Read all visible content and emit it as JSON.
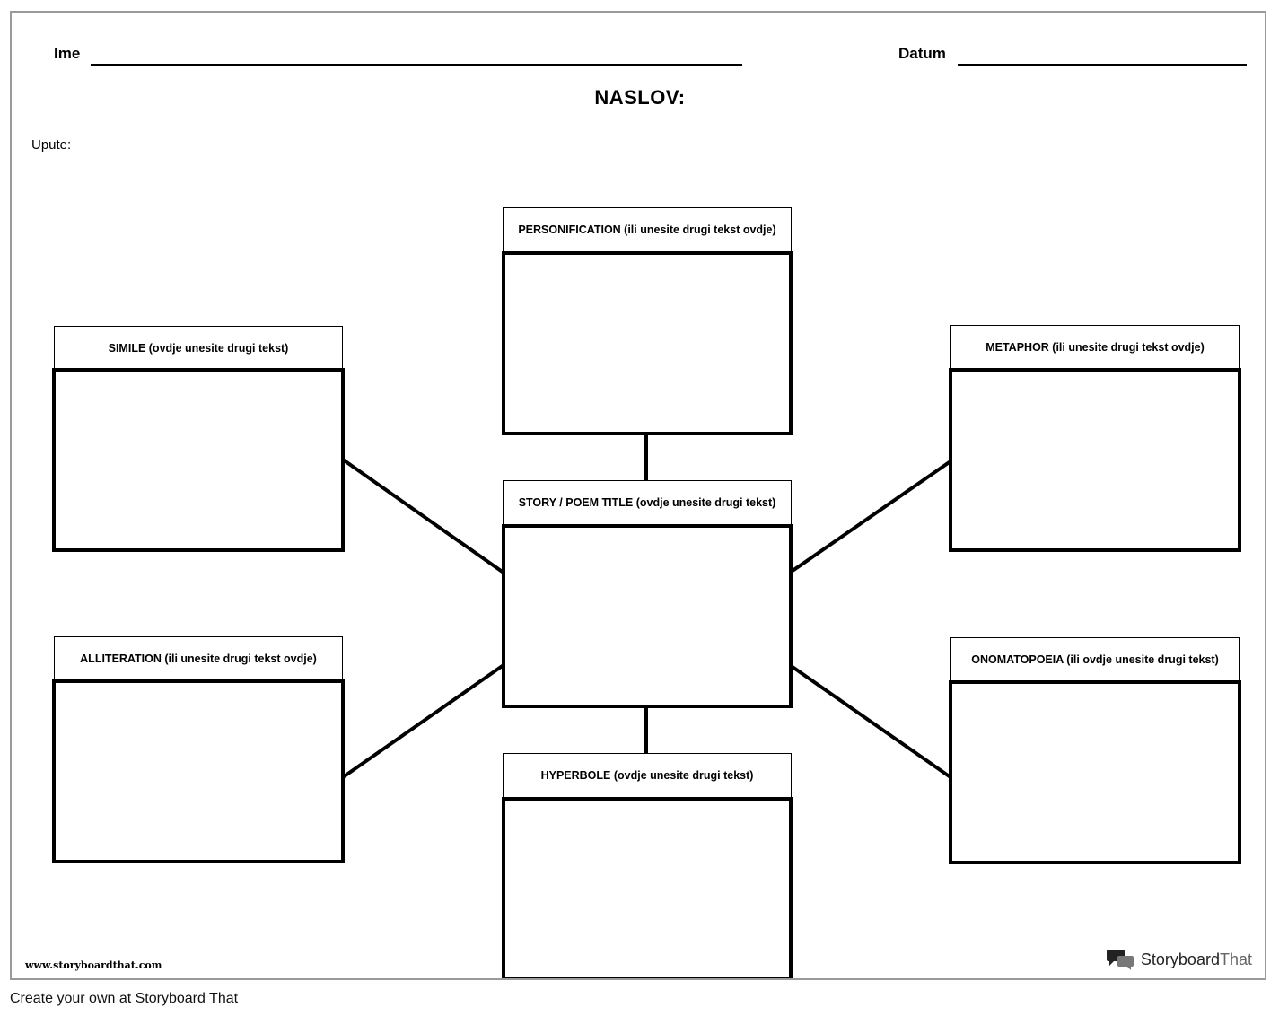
{
  "header": {
    "name_label": "Ime",
    "date_label": "Datum",
    "title": "NASLOV:",
    "instructions_label": "Upute:"
  },
  "boxes": {
    "personification": "PERSONIFICATION (ili unesite drugi tekst ovdje)",
    "simile": "SIMILE (ovdje unesite drugi tekst)",
    "metaphor": "METAPHOR (ili unesite drugi tekst ovdje)",
    "center": "STORY / POEM TITLE (ovdje unesite drugi tekst)",
    "alliteration": "ALLITERATION (ili unesite drugi tekst ovdje)",
    "onomatopoeia": "ONOMATOPOEIA (ili ovdje unesite drugi tekst)",
    "hyperbole": "HYPERBOLE (ovdje unesite drugi tekst)"
  },
  "branding": {
    "website": "www.storyboardthat.com",
    "logo_main": "Storyboard",
    "logo_suffix": "That",
    "footer": "Create your own at Storyboard That"
  }
}
